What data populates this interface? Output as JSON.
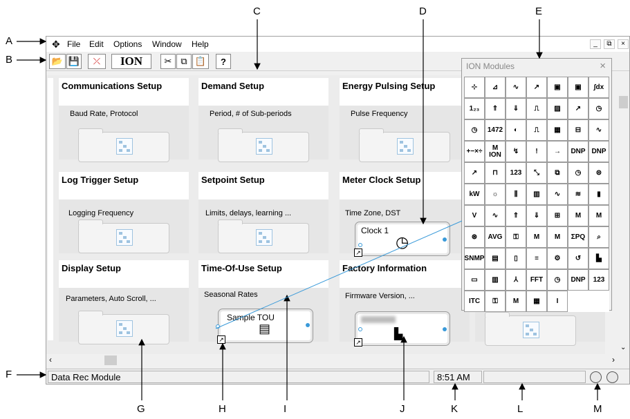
{
  "callouts": [
    "A",
    "B",
    "C",
    "D",
    "E",
    "F",
    "G",
    "H",
    "I",
    "J",
    "K",
    "L",
    "M"
  ],
  "menu": {
    "items": [
      "File",
      "Edit",
      "Options",
      "Window",
      "Help"
    ]
  },
  "window_buttons": [
    "_",
    "⧉",
    "×"
  ],
  "toolbar": {
    "ion_logo": "ION",
    "help_label": "?"
  },
  "cards": [
    {
      "title": "Communications Setup",
      "desc": "Baud Rate, Protocol"
    },
    {
      "title": "Demand Setup",
      "desc": "Period, # of Sub-periods"
    },
    {
      "title": "Energy Pulsing Setup",
      "desc": "Pulse Frequency"
    },
    {
      "title": "Log Trigger Setup",
      "desc": "Logging Frequency"
    },
    {
      "title": "Setpoint Setup",
      "desc": "Limits, delays, learning ..."
    },
    {
      "title": "Meter Clock Setup",
      "desc": "Time Zone, DST"
    },
    {
      "title": "Display Setup",
      "desc": "Parameters, Auto Scroll, ..."
    },
    {
      "title": "Time-Of-Use Setup",
      "desc": "Seasonal Rates"
    },
    {
      "title": "Factory Information",
      "desc": "Firmware Version, ..."
    }
  ],
  "modules": {
    "clock": "Clock 1",
    "tou": "Sample TOU",
    "shortcut_glyph": "↗"
  },
  "palette": {
    "title": "ION Modules",
    "close": "×",
    "cells": [
      "⊹",
      "⊿",
      "∿",
      "↗",
      "▣",
      "▣",
      "∫dx",
      "1₂₃",
      "⇑",
      "⇓",
      "⎍",
      "▨",
      "↗",
      "◷",
      "◷",
      "1472",
      "◐",
      "⎍",
      "▦",
      "⊟",
      "∿",
      "+−×÷",
      "M ION",
      "↯",
      "!",
      "→",
      "DNP",
      "DNP",
      "↗",
      "⊓",
      "123",
      "⤡",
      "⧉",
      "◷",
      "⊜",
      "kW",
      "☼",
      "⫼",
      "▥",
      "∿",
      "≋",
      "▮",
      "V",
      "∿",
      "⇑",
      "⇓",
      "⊞",
      "M",
      "M",
      "⊛",
      "AVG",
      "⚿",
      "M",
      "M",
      "ΣPQ",
      "⌕",
      "SNMP",
      "▤",
      "▯",
      "≡",
      "⚙",
      "↺",
      "▙",
      "▭",
      "▥",
      "⅄",
      "FFT",
      "◷",
      "DNP",
      "123",
      "ITC",
      "⚿",
      "M",
      "▦",
      "I",
      "",
      ""
    ]
  },
  "status": {
    "left": "Data Rec Module",
    "time": "8:51 AM"
  },
  "colors": {
    "accent": "#3a9ad9",
    "line": "#000000"
  }
}
